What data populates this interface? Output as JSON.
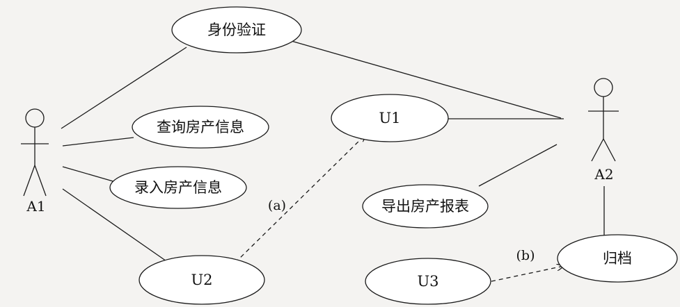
{
  "diagram": {
    "actors": [
      {
        "id": "A1",
        "label": "A1"
      },
      {
        "id": "A2",
        "label": "A2"
      }
    ],
    "use_cases": [
      {
        "id": "auth",
        "label": "身份验证"
      },
      {
        "id": "query",
        "label": "查询房产信息"
      },
      {
        "id": "input",
        "label": "录入房产信息"
      },
      {
        "id": "u1",
        "label": "U1"
      },
      {
        "id": "export",
        "label": "导出房产报表"
      },
      {
        "id": "u2",
        "label": "U2"
      },
      {
        "id": "u3",
        "label": "U3"
      },
      {
        "id": "archive",
        "label": "归档"
      }
    ],
    "relations": [
      {
        "from": "A1",
        "to": "auth",
        "style": "solid"
      },
      {
        "from": "A1",
        "to": "query",
        "style": "solid"
      },
      {
        "from": "A1",
        "to": "input",
        "style": "solid"
      },
      {
        "from": "A1",
        "to": "u2",
        "style": "solid"
      },
      {
        "from": "A2",
        "to": "auth",
        "style": "solid"
      },
      {
        "from": "A2",
        "to": "u1",
        "style": "solid"
      },
      {
        "from": "A2",
        "to": "export",
        "style": "solid"
      },
      {
        "from": "A2",
        "to": "archive",
        "style": "solid"
      },
      {
        "from": "u2",
        "to": "u1",
        "style": "dashed-arrow",
        "label": "(a)"
      },
      {
        "from": "u3",
        "to": "archive",
        "style": "dashed-arrow",
        "label": "(b)"
      }
    ],
    "colors": {
      "line": "#1a1a1a",
      "background": "#f4f3f1",
      "ellipse_fill": "#ffffff"
    }
  }
}
